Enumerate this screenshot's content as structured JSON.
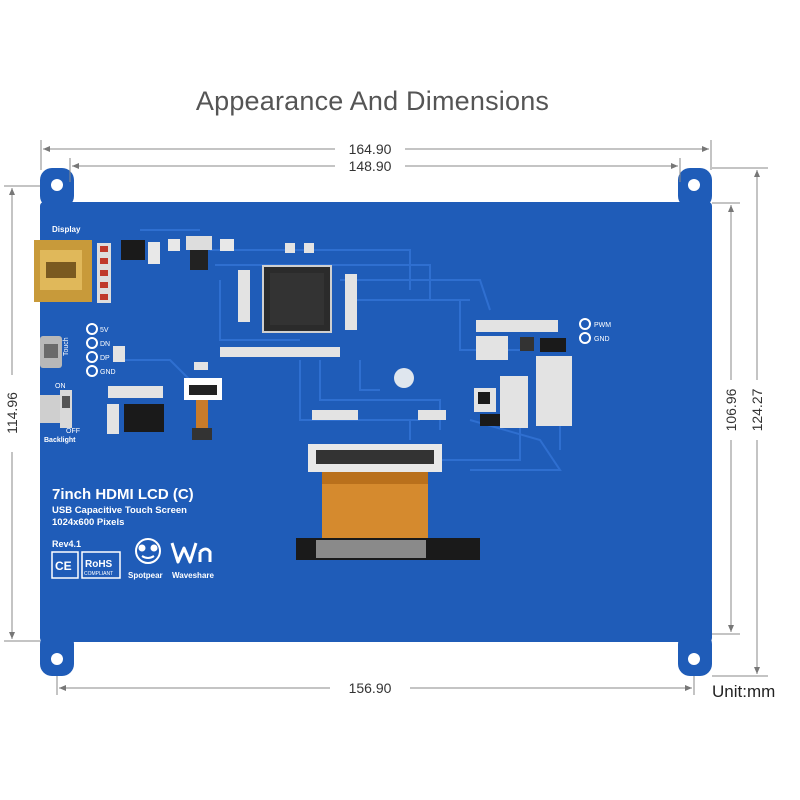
{
  "title": "Appearance And Dimensions",
  "unit_label": "Unit:mm",
  "dimensions": {
    "overall_width": "164.90",
    "hole_spacing_top": "148.90",
    "hole_spacing_bottom": "156.90",
    "left_height": "114.96",
    "right_inner_height": "106.96",
    "right_overall_height": "124.27"
  },
  "board": {
    "color": "#1f5cb8",
    "product_name": "7inch HDMI LCD (C)",
    "subtitle": "USB Capacitive Touch Screen",
    "resolution": "1024x600 Pixels",
    "revision": "Rev4.1",
    "display_label": "Display",
    "touch_label": "Touch",
    "pin_5v": "5V",
    "pin_dn": "DN",
    "pin_dp": "DP",
    "pin_gnd": "GND",
    "switch_on": "ON",
    "switch_off": "OFF",
    "backlight_label": "Backlight",
    "pwm_label": "PWM",
    "gnd_label": "GND",
    "ce_mark": "CE",
    "rohs_mark": "RoHS",
    "rohs_sub": "COMPLIANT",
    "brand_spotpear": "Spotpear",
    "brand_waveshare": "Waveshare"
  }
}
